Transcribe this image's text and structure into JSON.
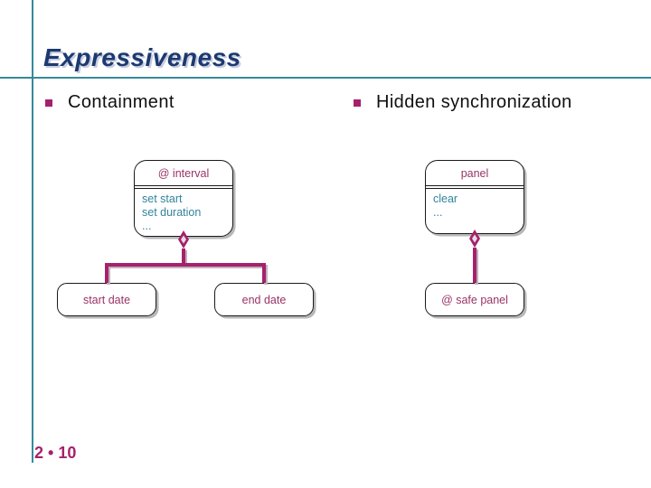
{
  "slide": {
    "title": "Expressiveness",
    "page_number": "2 • 10",
    "bullets": [
      {
        "label": "Containment"
      },
      {
        "label": "Hidden synchronization"
      }
    ]
  },
  "diagram": {
    "interval_class": {
      "title": "@ interval",
      "members": [
        "set start",
        "set duration",
        "..."
      ]
    },
    "panel_class": {
      "title": "panel",
      "members": [
        "clear",
        "..."
      ]
    },
    "start_date_node": {
      "label": "start date"
    },
    "end_date_node": {
      "label": "end date"
    },
    "safe_panel_node": {
      "label": "@ safe panel"
    },
    "relation_type": "aggregation-diamond"
  },
  "colors": {
    "accent_teal": "#38899B",
    "title_navy": "#1B3A70",
    "magenta_accent": "#A6216B",
    "box_label_magenta": "#993366",
    "member_teal": "#31849B"
  }
}
